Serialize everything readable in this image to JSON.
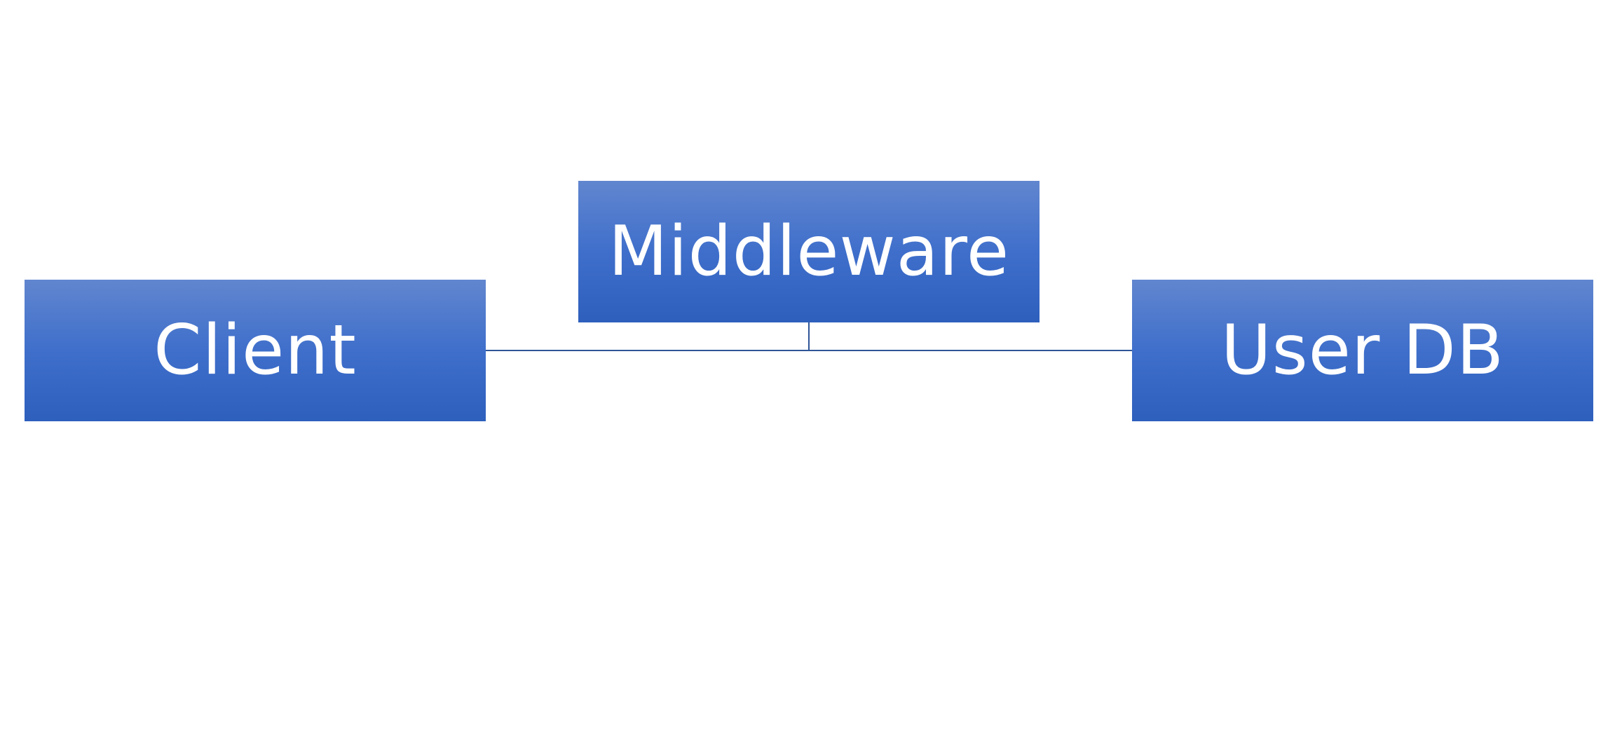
{
  "diagram": {
    "nodes": [
      {
        "id": "client",
        "label": "Client"
      },
      {
        "id": "middleware",
        "label": "Middleware"
      },
      {
        "id": "userdb",
        "label": "User DB"
      }
    ],
    "edges": [
      {
        "from": "client",
        "to": "middleware"
      },
      {
        "from": "middleware",
        "to": "userdb"
      }
    ],
    "colors": {
      "box_top": "#6186cf",
      "box_bottom": "#2e5fbd",
      "label": "#ffffff",
      "connector": "#2f5597",
      "background": "#ffffff"
    }
  }
}
